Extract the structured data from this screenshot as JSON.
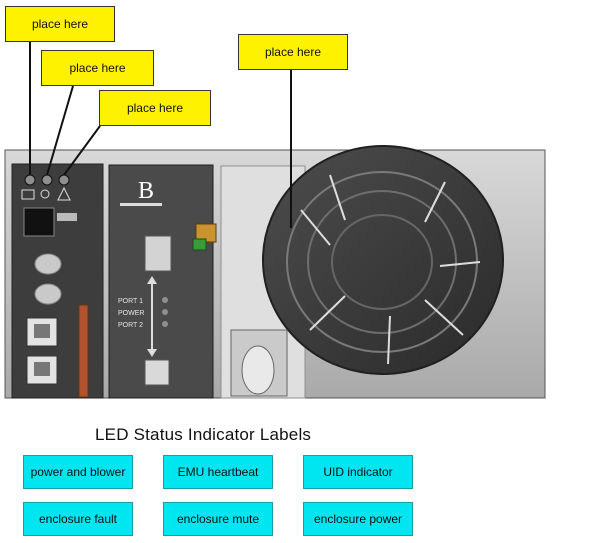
{
  "drop_targets": [
    {
      "label": "place here"
    },
    {
      "label": "place here"
    },
    {
      "label": "place here"
    },
    {
      "label": "place here"
    }
  ],
  "hardware": {
    "module_letter": "B",
    "port1_label": "PORT 1",
    "power_label": "POWER",
    "port2_label": "PORT 2"
  },
  "labels_section": {
    "title": "LED Status Indicator Labels",
    "items": [
      {
        "label": "power and blower"
      },
      {
        "label": "EMU heartbeat"
      },
      {
        "label": "UID indicator"
      },
      {
        "label": "enclosure fault"
      },
      {
        "label": "enclosure mute"
      },
      {
        "label": "enclosure power"
      }
    ]
  }
}
